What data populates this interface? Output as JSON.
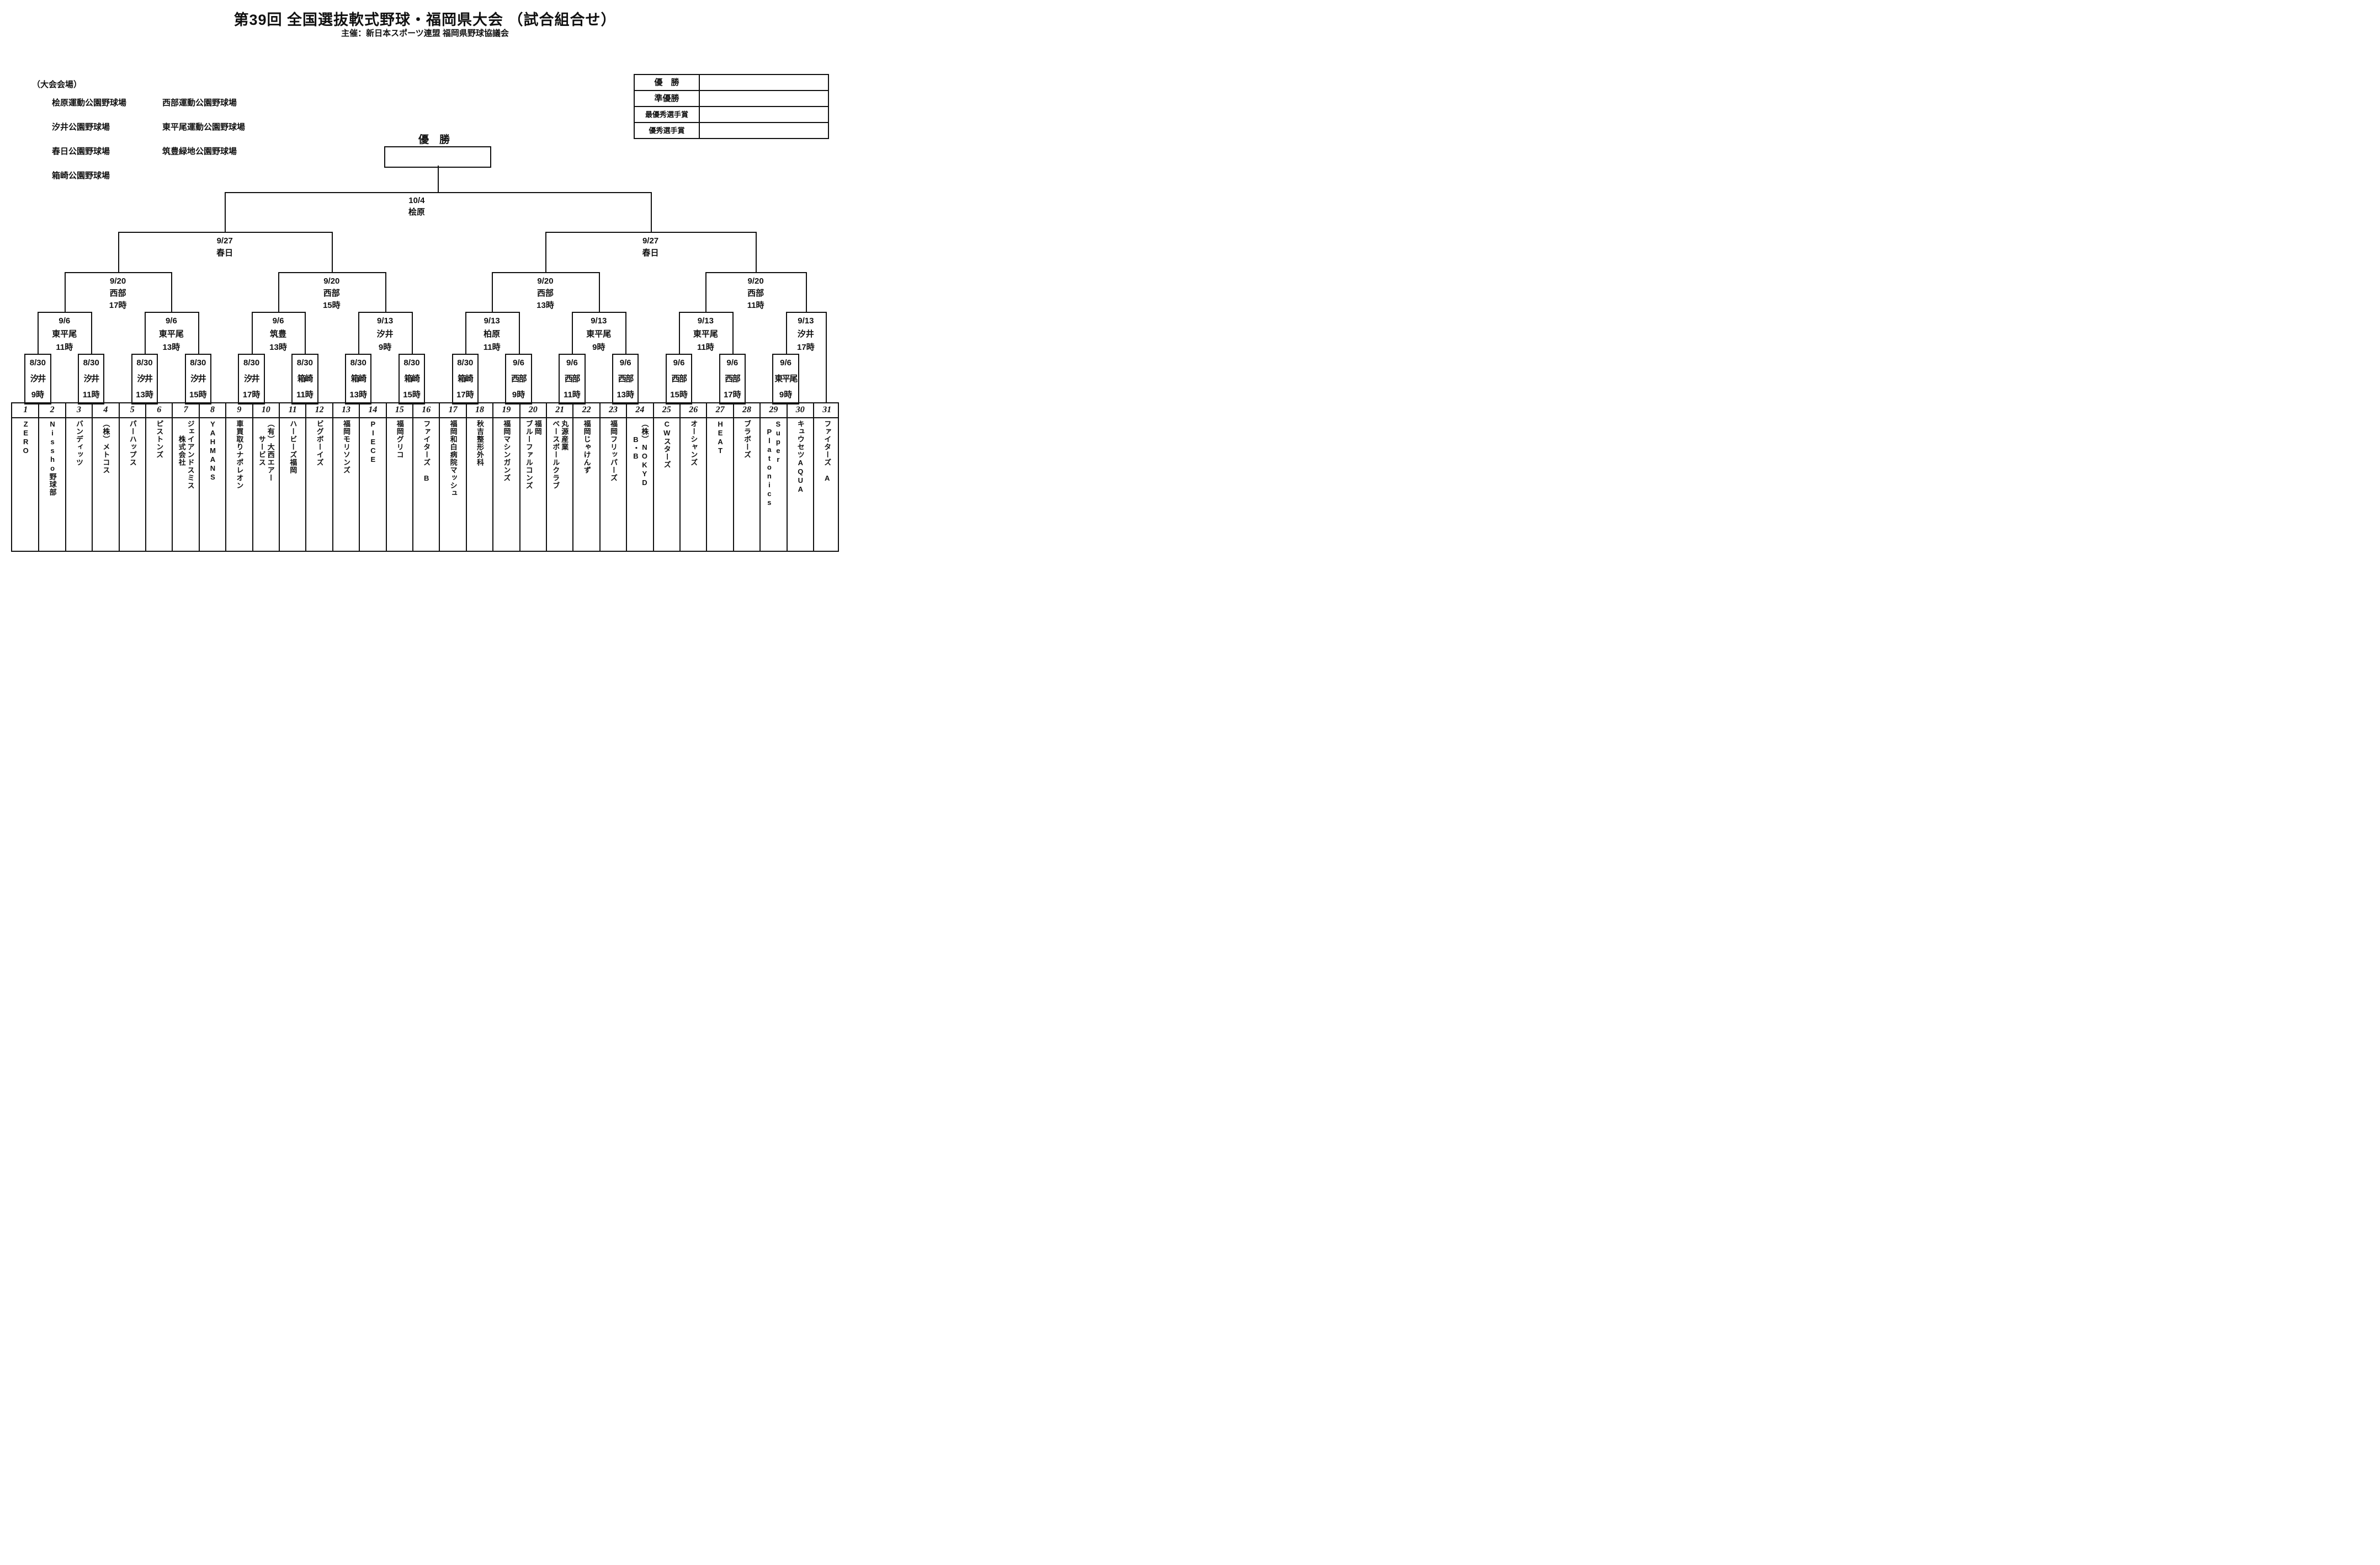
{
  "page": {
    "title": "第39回 全国選抜軟式野球・福岡県大会 （試合組合せ）",
    "subtitle": "主催：新日本スポーツ連盟 福岡県野球協議会"
  },
  "venues": {
    "heading": "（大会会場）",
    "rows": [
      [
        "桧原運動公園野球場",
        "西部運動公園野球場"
      ],
      [
        "汐井公園野球場",
        "東平尾運動公園野球場"
      ],
      [
        "春日公園野球場",
        "筑豊緑地公園野球場"
      ],
      [
        "箱崎公園野球場",
        ""
      ]
    ]
  },
  "awards": {
    "rows": [
      {
        "label": "優　勝",
        "value": ""
      },
      {
        "label": "準優勝",
        "value": ""
      },
      {
        "label": "最優秀選手賞",
        "value": ""
      },
      {
        "label": "優秀選手賞",
        "value": ""
      }
    ]
  },
  "bracket": {
    "champion_label": "優　勝",
    "champion_value": "",
    "final": {
      "date": "10/4",
      "venue": "桧原"
    },
    "semifinals": [
      {
        "date": "9/27",
        "venue": "春日"
      },
      {
        "date": "9/27",
        "venue": "春日"
      }
    ],
    "quarterfinals": [
      {
        "date": "9/20",
        "venue": "西部",
        "time": "17時"
      },
      {
        "date": "9/20",
        "venue": "西部",
        "time": "15時"
      },
      {
        "date": "9/20",
        "venue": "西部",
        "time": "13時"
      },
      {
        "date": "9/20",
        "venue": "西部",
        "time": "11時"
      }
    ],
    "round2": [
      {
        "date": "9/6",
        "venue": "東平尾",
        "time": "11時"
      },
      {
        "date": "9/6",
        "venue": "東平尾",
        "time": "13時"
      },
      {
        "date": "9/6",
        "venue": "筑豊",
        "time": "13時"
      },
      {
        "date": "9/13",
        "venue": "汐井",
        "time": "9時"
      },
      {
        "date": "9/13",
        "venue": "柏原",
        "time": "11時"
      },
      {
        "date": "9/13",
        "venue": "東平尾",
        "time": "9時"
      },
      {
        "date": "9/13",
        "venue": "東平尾",
        "time": "11時"
      },
      {
        "date": "9/13",
        "venue": "汐井",
        "time": "17時"
      }
    ],
    "round1": [
      {
        "date": "8/30",
        "venue": "汐井",
        "time": "9時"
      },
      {
        "date": "8/30",
        "venue": "汐井",
        "time": "11時"
      },
      {
        "date": "8/30",
        "venue": "汐井",
        "time": "13時"
      },
      {
        "date": "8/30",
        "venue": "汐井",
        "time": "15時"
      },
      {
        "date": "8/30",
        "venue": "汐井",
        "time": "17時"
      },
      {
        "date": "8/30",
        "venue": "箱崎",
        "time": "11時"
      },
      {
        "date": "8/30",
        "venue": "箱崎",
        "time": "13時"
      },
      {
        "date": "8/30",
        "venue": "箱崎",
        "time": "15時"
      },
      {
        "date": "8/30",
        "venue": "箱崎",
        "time": "17時"
      },
      {
        "date": "9/6",
        "venue": "西部",
        "time": "9時"
      },
      {
        "date": "9/6",
        "venue": "西部",
        "time": "11時"
      },
      {
        "date": "9/6",
        "venue": "西部",
        "time": "13時"
      },
      {
        "date": "9/6",
        "venue": "西部",
        "time": "15時"
      },
      {
        "date": "9/6",
        "venue": "西部",
        "time": "17時"
      },
      {
        "date": "9/6",
        "venue": "東平尾",
        "time": "9時"
      }
    ],
    "teams": [
      {
        "no": "1",
        "lines": [
          "ZERO"
        ]
      },
      {
        "no": "2",
        "lines": [
          "Nissho野球部"
        ]
      },
      {
        "no": "3",
        "lines": [
          "バンディッツ"
        ]
      },
      {
        "no": "4",
        "lines": [
          "（株）メトコス"
        ]
      },
      {
        "no": "5",
        "lines": [
          "パーハップス"
        ]
      },
      {
        "no": "6",
        "lines": [
          "ピストンズ"
        ]
      },
      {
        "no": "7",
        "lines": [
          "ジェイアンドスミス",
          "　　株式会社"
        ]
      },
      {
        "no": "8",
        "lines": [
          "YAHMANS"
        ]
      },
      {
        "no": "9",
        "lines": [
          "車買取りナポレオン"
        ]
      },
      {
        "no": "10",
        "lines": [
          "（有）大西エアー",
          "　　サービス"
        ]
      },
      {
        "no": "11",
        "lines": [
          "ハービーズ福岡"
        ]
      },
      {
        "no": "12",
        "lines": [
          "ビグボーイズ"
        ]
      },
      {
        "no": "13",
        "lines": [
          "福岡モリソンズ"
        ]
      },
      {
        "no": "14",
        "lines": [
          "PIECE"
        ]
      },
      {
        "no": "15",
        "lines": [
          "福岡グリコ"
        ]
      },
      {
        "no": "16",
        "lines": [
          "ファイターズ　B"
        ]
      },
      {
        "no": "17",
        "lines": [
          "福岡和白病院マッシュ"
        ]
      },
      {
        "no": "18",
        "lines": [
          "秋吉整形外科"
        ]
      },
      {
        "no": "19",
        "lines": [
          "福岡マシンガンズ"
        ]
      },
      {
        "no": "20",
        "lines": [
          "福岡",
          "ブルーファルコンズ"
        ]
      },
      {
        "no": "21",
        "lines": [
          "丸源産業",
          "ベースボールクラブ"
        ]
      },
      {
        "no": "22",
        "lines": [
          "福岡じゃけんず"
        ]
      },
      {
        "no": "23",
        "lines": [
          "福岡フリッパーズ"
        ]
      },
      {
        "no": "24",
        "lines": [
          "（株）NOKYD",
          "　　B・B"
        ]
      },
      {
        "no": "25",
        "lines": [
          "CWスターズ"
        ]
      },
      {
        "no": "26",
        "lines": [
          "オーシャンズ"
        ]
      },
      {
        "no": "27",
        "lines": [
          "HEAT"
        ]
      },
      {
        "no": "28",
        "lines": [
          "ブラボーズ"
        ]
      },
      {
        "no": "29",
        "lines": [
          "Super",
          "　Platonics"
        ]
      },
      {
        "no": "30",
        "lines": [
          "キュウセツAQUA"
        ]
      },
      {
        "no": "31",
        "lines": [
          "ファイターズ　A"
        ]
      }
    ]
  }
}
